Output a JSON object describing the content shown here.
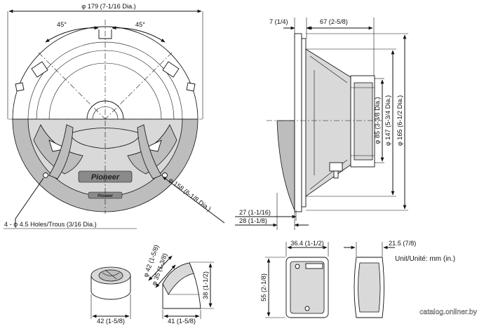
{
  "front_view": {
    "outer_diameter": "φ 179 (7-1/16 Dia.)",
    "angle_left": "45°",
    "angle_right": "45°",
    "cutout_diameter": "φ 158 (6-1/8 Dia.)",
    "mounting_holes": "4 - φ 4.5 Holes/Trous (3/16 Dia.)",
    "brand_large": "Pioneer",
    "brand_small": "Pioneer"
  },
  "side_view": {
    "flange_thickness": "7 (1/4)",
    "mounting_depth": "67 (2-5/8)",
    "magnet_dia": "φ 85 (3-3/8 Dia.)",
    "frame_dia": "φ 147 (5-3/4 Dia.)",
    "overall_dia": "φ 165 (6-1/2 Dia.)",
    "grille_depth_a": "27 (1-1/16)",
    "grille_depth_b": "28 (1-1/8)"
  },
  "tweeter": {
    "base_width": "42 (1-5/8)",
    "dia_outer": "φ 42 (1-5/8)",
    "dia_inner": "φ 35 (1-3/8)",
    "mount_width": "41 (1-5/8)",
    "height": "38 (1-1/2)"
  },
  "crossover": {
    "width": "36.4 (1-1/2)",
    "height": "55 (2-1/8)",
    "depth": "21.5 (7/8)"
  },
  "units_label": "Unit/Unité: mm (in.)",
  "watermark": "catalog.onliner.by"
}
